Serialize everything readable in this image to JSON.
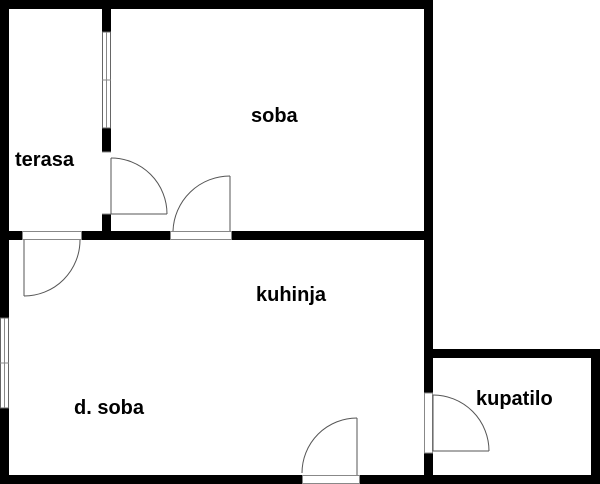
{
  "rooms": {
    "terasa": "terasa",
    "soba": "soba",
    "kuhinja": "kuhinja",
    "dnevna_soba": "d. soba",
    "kupatilo": "kupatilo"
  },
  "colors": {
    "wall": "#000000",
    "door": "#555555",
    "window": "#888888",
    "background": "#ffffff"
  }
}
